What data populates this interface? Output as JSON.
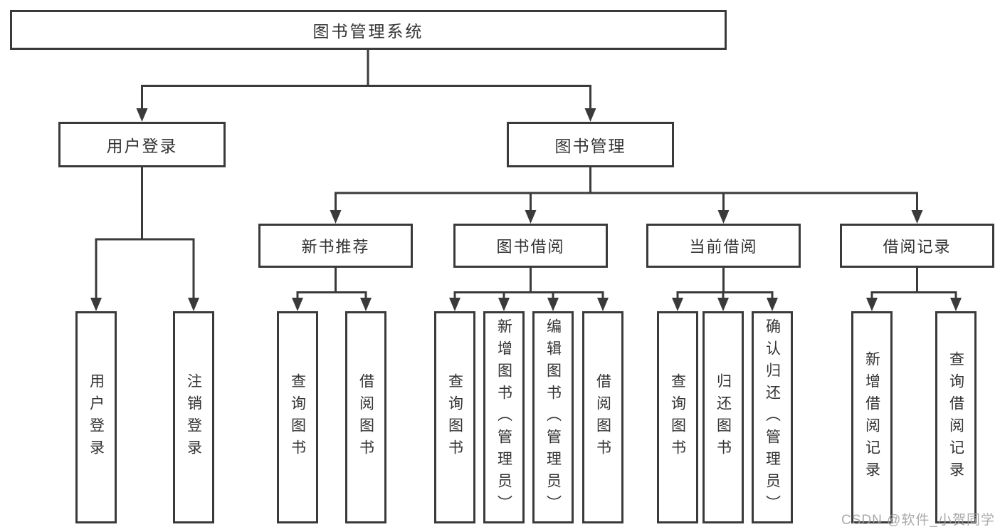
{
  "tree": {
    "label": "图书管理系统",
    "children": [
      {
        "label": "用户登录",
        "children": [
          {
            "label": "用户登录"
          },
          {
            "label": "注销登录"
          }
        ]
      },
      {
        "label": "图书管理",
        "children": [
          {
            "label": "新书推荐",
            "children": [
              {
                "label": "查询图书"
              },
              {
                "label": "借阅图书"
              }
            ]
          },
          {
            "label": "图书借阅",
            "children": [
              {
                "label": "查询图书"
              },
              {
                "label": "新增图书（管理员）"
              },
              {
                "label": "编辑图书（管理员）"
              },
              {
                "label": "借阅图书"
              }
            ]
          },
          {
            "label": "当前借阅",
            "children": [
              {
                "label": "查询图书"
              },
              {
                "label": "归还图书"
              },
              {
                "label": "确认归还（管理员）"
              }
            ]
          },
          {
            "label": "借阅记录",
            "children": [
              {
                "label": "新增借阅记录"
              },
              {
                "label": "查询借阅记录"
              }
            ]
          }
        ]
      }
    ]
  },
  "watermark": {
    "text": "CSDN @软件_小贺同学"
  },
  "colors": {
    "line": "#3a3a3a",
    "border": "#3a3a3a",
    "text": "#333333",
    "watermark": "#9e9e9e",
    "background": "#ffffff"
  }
}
